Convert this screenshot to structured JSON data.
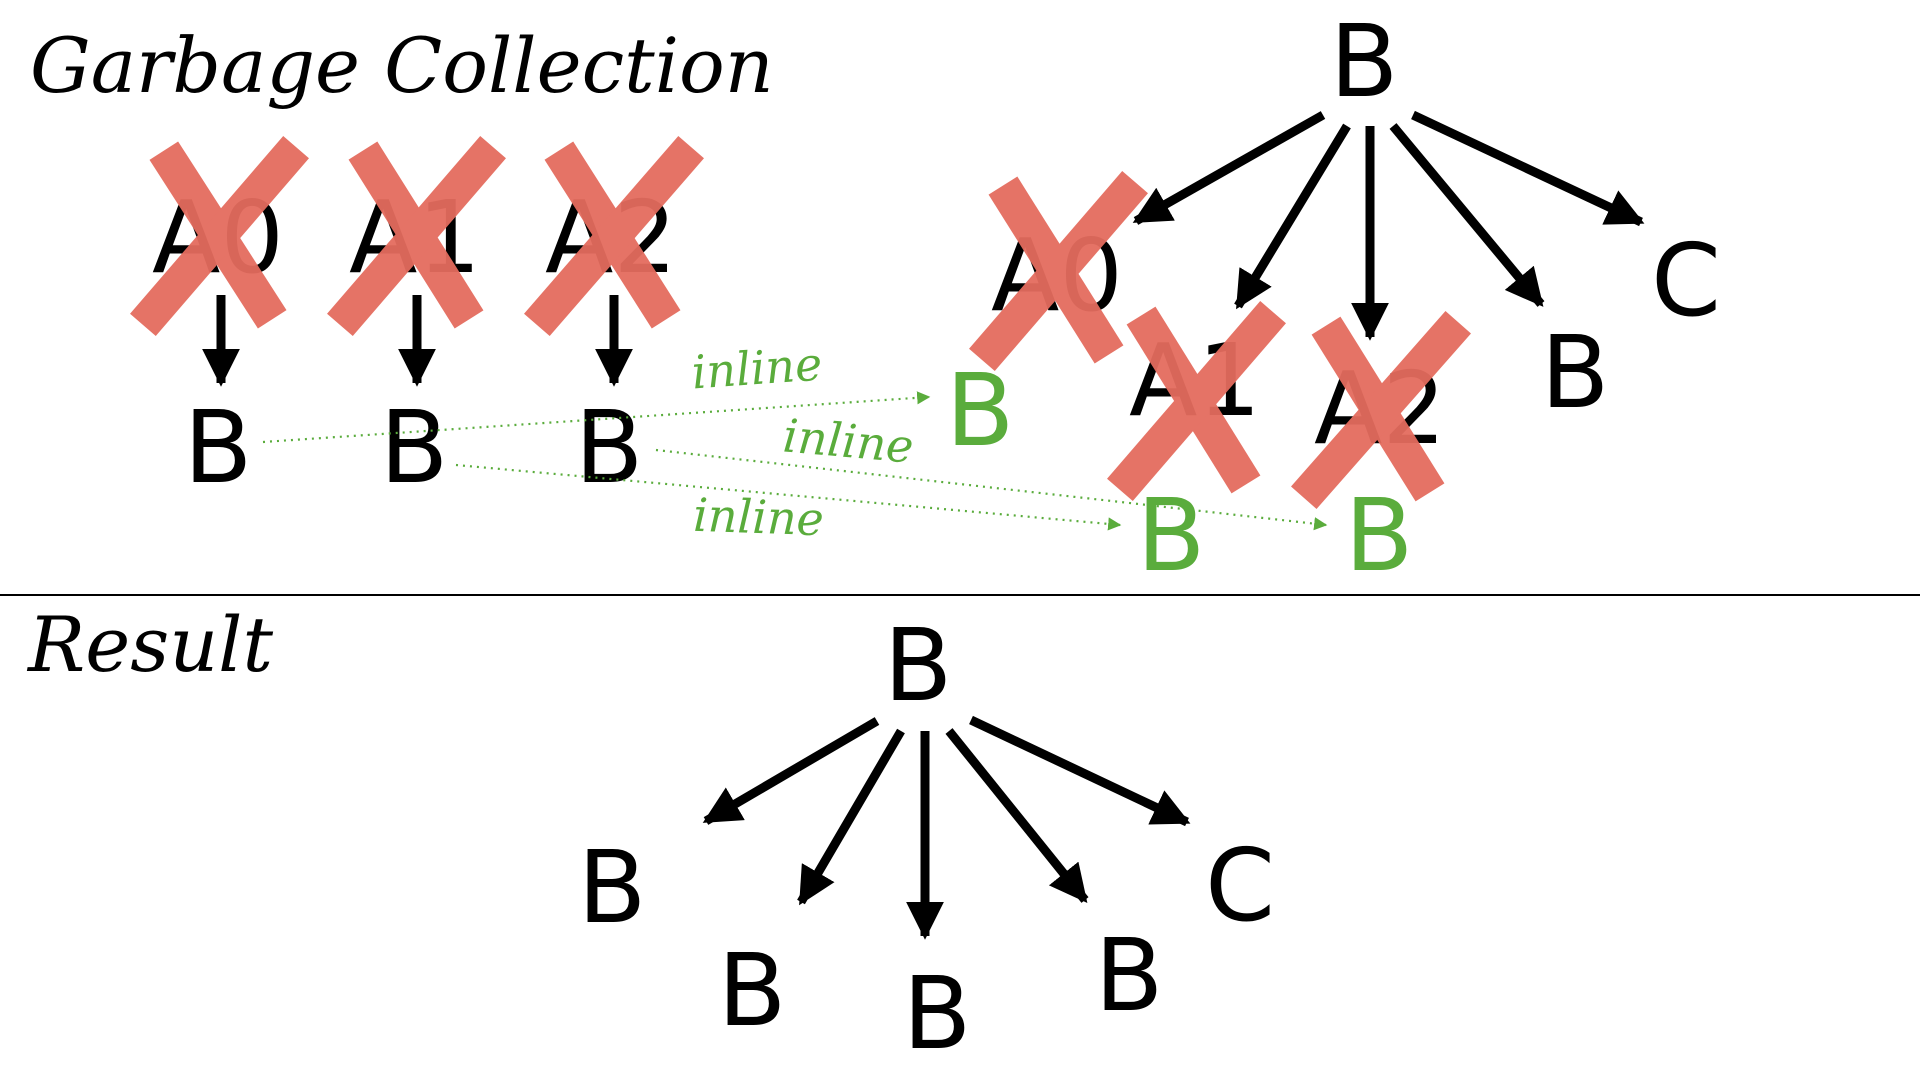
{
  "titles": {
    "top": "Garbage Collection",
    "bottom": "Result"
  },
  "colors": {
    "ink": "#000000",
    "inline": "#5aac3c",
    "cross": "#e46c5e"
  },
  "gc": {
    "allocations": [
      {
        "name": "A0",
        "target": "B"
      },
      {
        "name": "A1",
        "target": "B"
      },
      {
        "name": "A2",
        "target": "B"
      }
    ],
    "tree": {
      "root": "B",
      "children": [
        "A0",
        "A1",
        "A2",
        "B",
        "C"
      ],
      "inlined": [
        "B",
        "B",
        "B"
      ]
    },
    "inline_label": "inline"
  },
  "result": {
    "root": "B",
    "children": [
      "B",
      "B",
      "B",
      "B",
      "C"
    ]
  }
}
